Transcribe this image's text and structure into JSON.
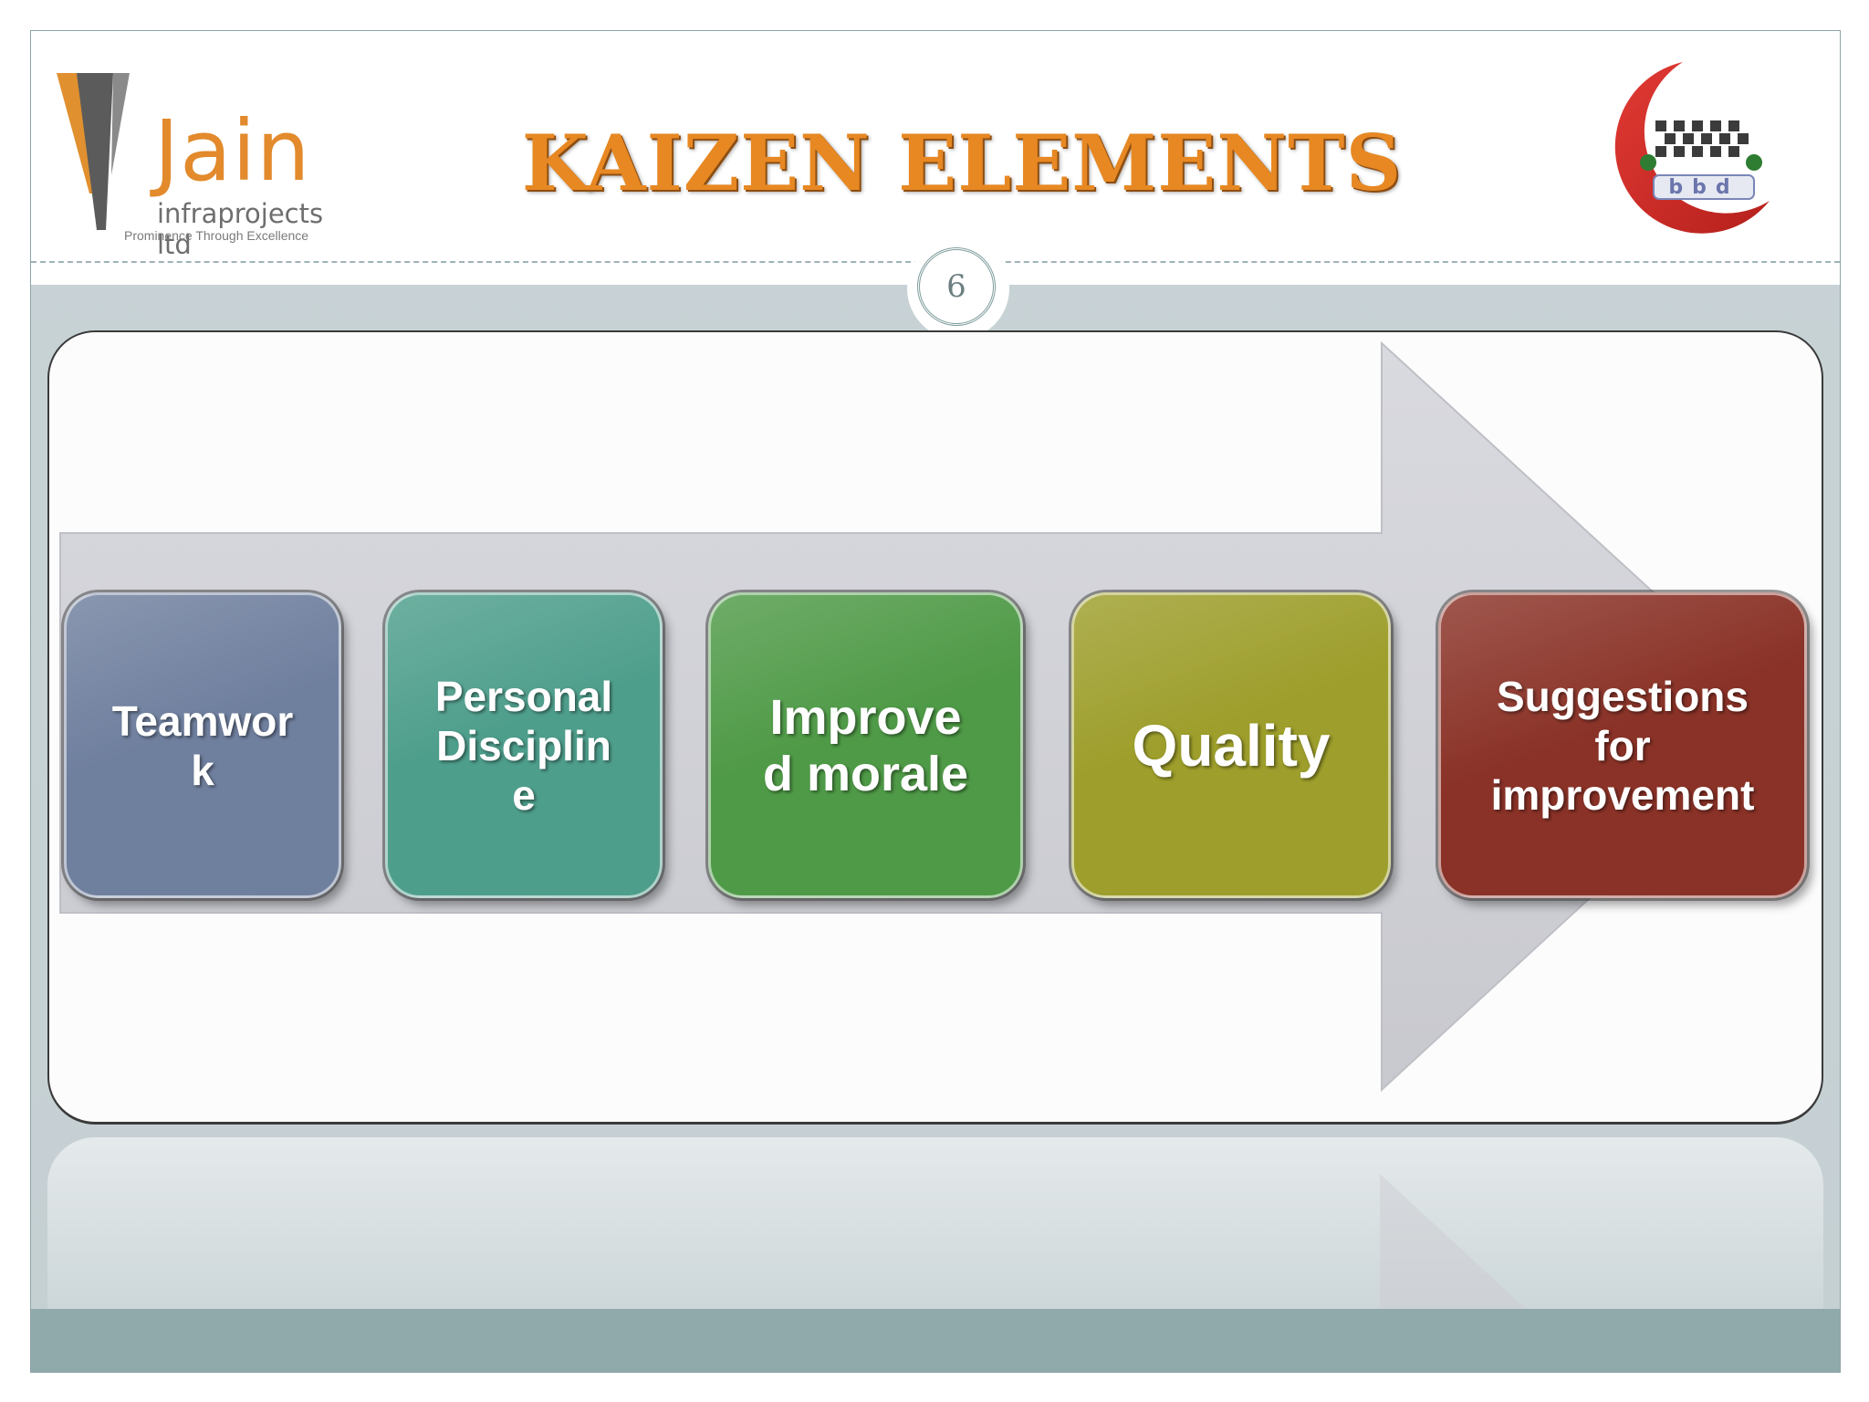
{
  "header": {
    "title": "KAIZEN ELEMENTS",
    "page_number": "6",
    "left_logo": {
      "word": "Jain",
      "subtitle": "infraprojects ltd",
      "tagline": "Prominence Through Excellence"
    },
    "right_logo": {
      "icon": "bbd-logo-icon",
      "text": "bbd"
    }
  },
  "diagram": {
    "type": "process-arrow",
    "arrow_color": "#cfd0d6",
    "steps": [
      {
        "label": "Teamwor\nk",
        "color": "#6f7f9e"
      },
      {
        "label": "Personal\nDisciplin\ne",
        "color": "#4e9e8c"
      },
      {
        "label": "Improve\nd morale",
        "color": "#4f9a47"
      },
      {
        "label": "Quality",
        "color": "#9d9e2b"
      },
      {
        "label": "Suggestions\nfor\nimprovement",
        "color": "#8a3227"
      }
    ]
  }
}
